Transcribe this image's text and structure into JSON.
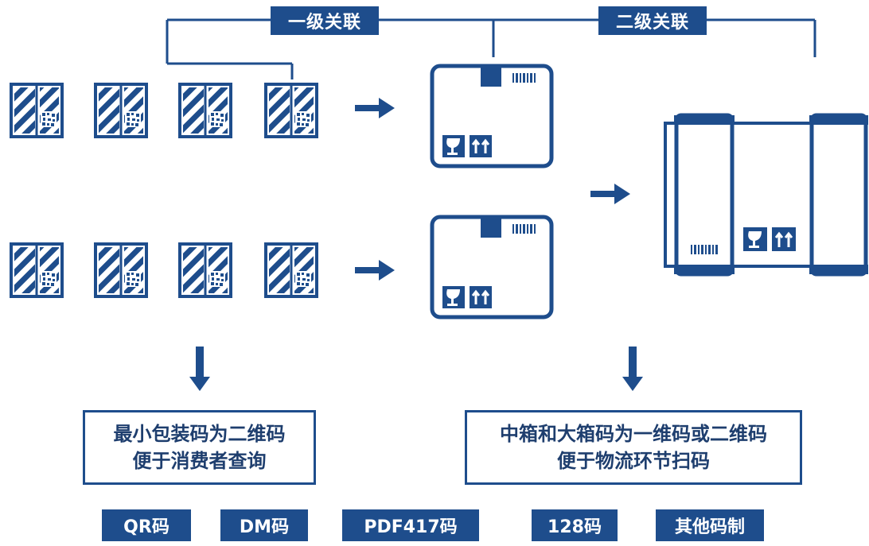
{
  "colors": {
    "primary": "#1e4d8c",
    "text": "#1e3e6e",
    "background": "#ffffff"
  },
  "labels": {
    "level1": "一级关联",
    "level2": "二级关联"
  },
  "notes": {
    "left": {
      "line1": "最小包装码为二维码",
      "line2": "便于消费者查询"
    },
    "right": {
      "line1": "中箱和大箱码为一维码或二维码",
      "line2": "便于物流环节扫码"
    }
  },
  "codes": [
    "QR码",
    "DM码",
    "PDF417码",
    "128码",
    "其他码制"
  ],
  "icons": [
    "small-package-icon",
    "medium-box-icon",
    "large-box-icon",
    "arrow-right-icon",
    "arrow-down-icon",
    "barcode-icon",
    "fragile-glass-icon",
    "this-way-up-icon"
  ]
}
